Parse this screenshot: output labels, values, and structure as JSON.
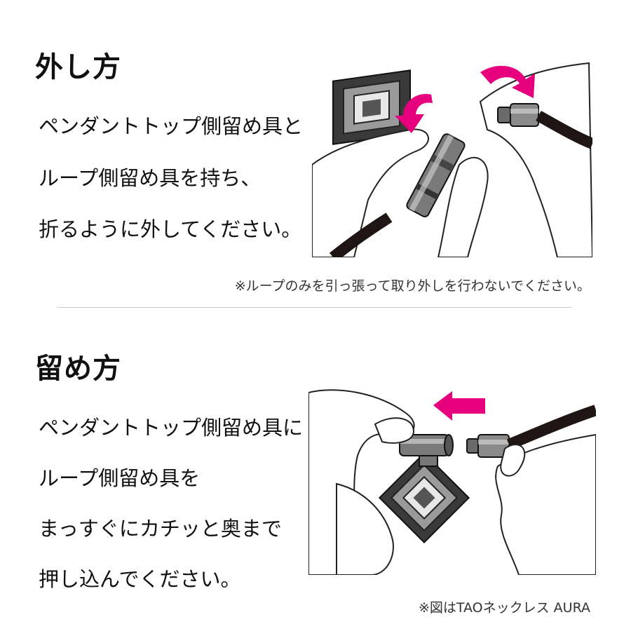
{
  "remove_section": {
    "heading": "外し方",
    "lines": [
      "ペンダントトップ側留め具と",
      "ループ側留め具を持ち、",
      "折るように外してください。"
    ],
    "note": "※ループのみを引っ張って取り外しを行わないでください。"
  },
  "attach_section": {
    "heading": "留め方",
    "lines": [
      "ペンダントトップ側留め具に",
      "ループ側留め具を",
      "まっすぐにカチッと奥まで",
      "押し込んでください。"
    ],
    "note": "※図はTAOネックレス AURA"
  },
  "colors": {
    "accent_arrow": "#e6007e",
    "text": "#111111",
    "divider": "#c8c8c8"
  }
}
